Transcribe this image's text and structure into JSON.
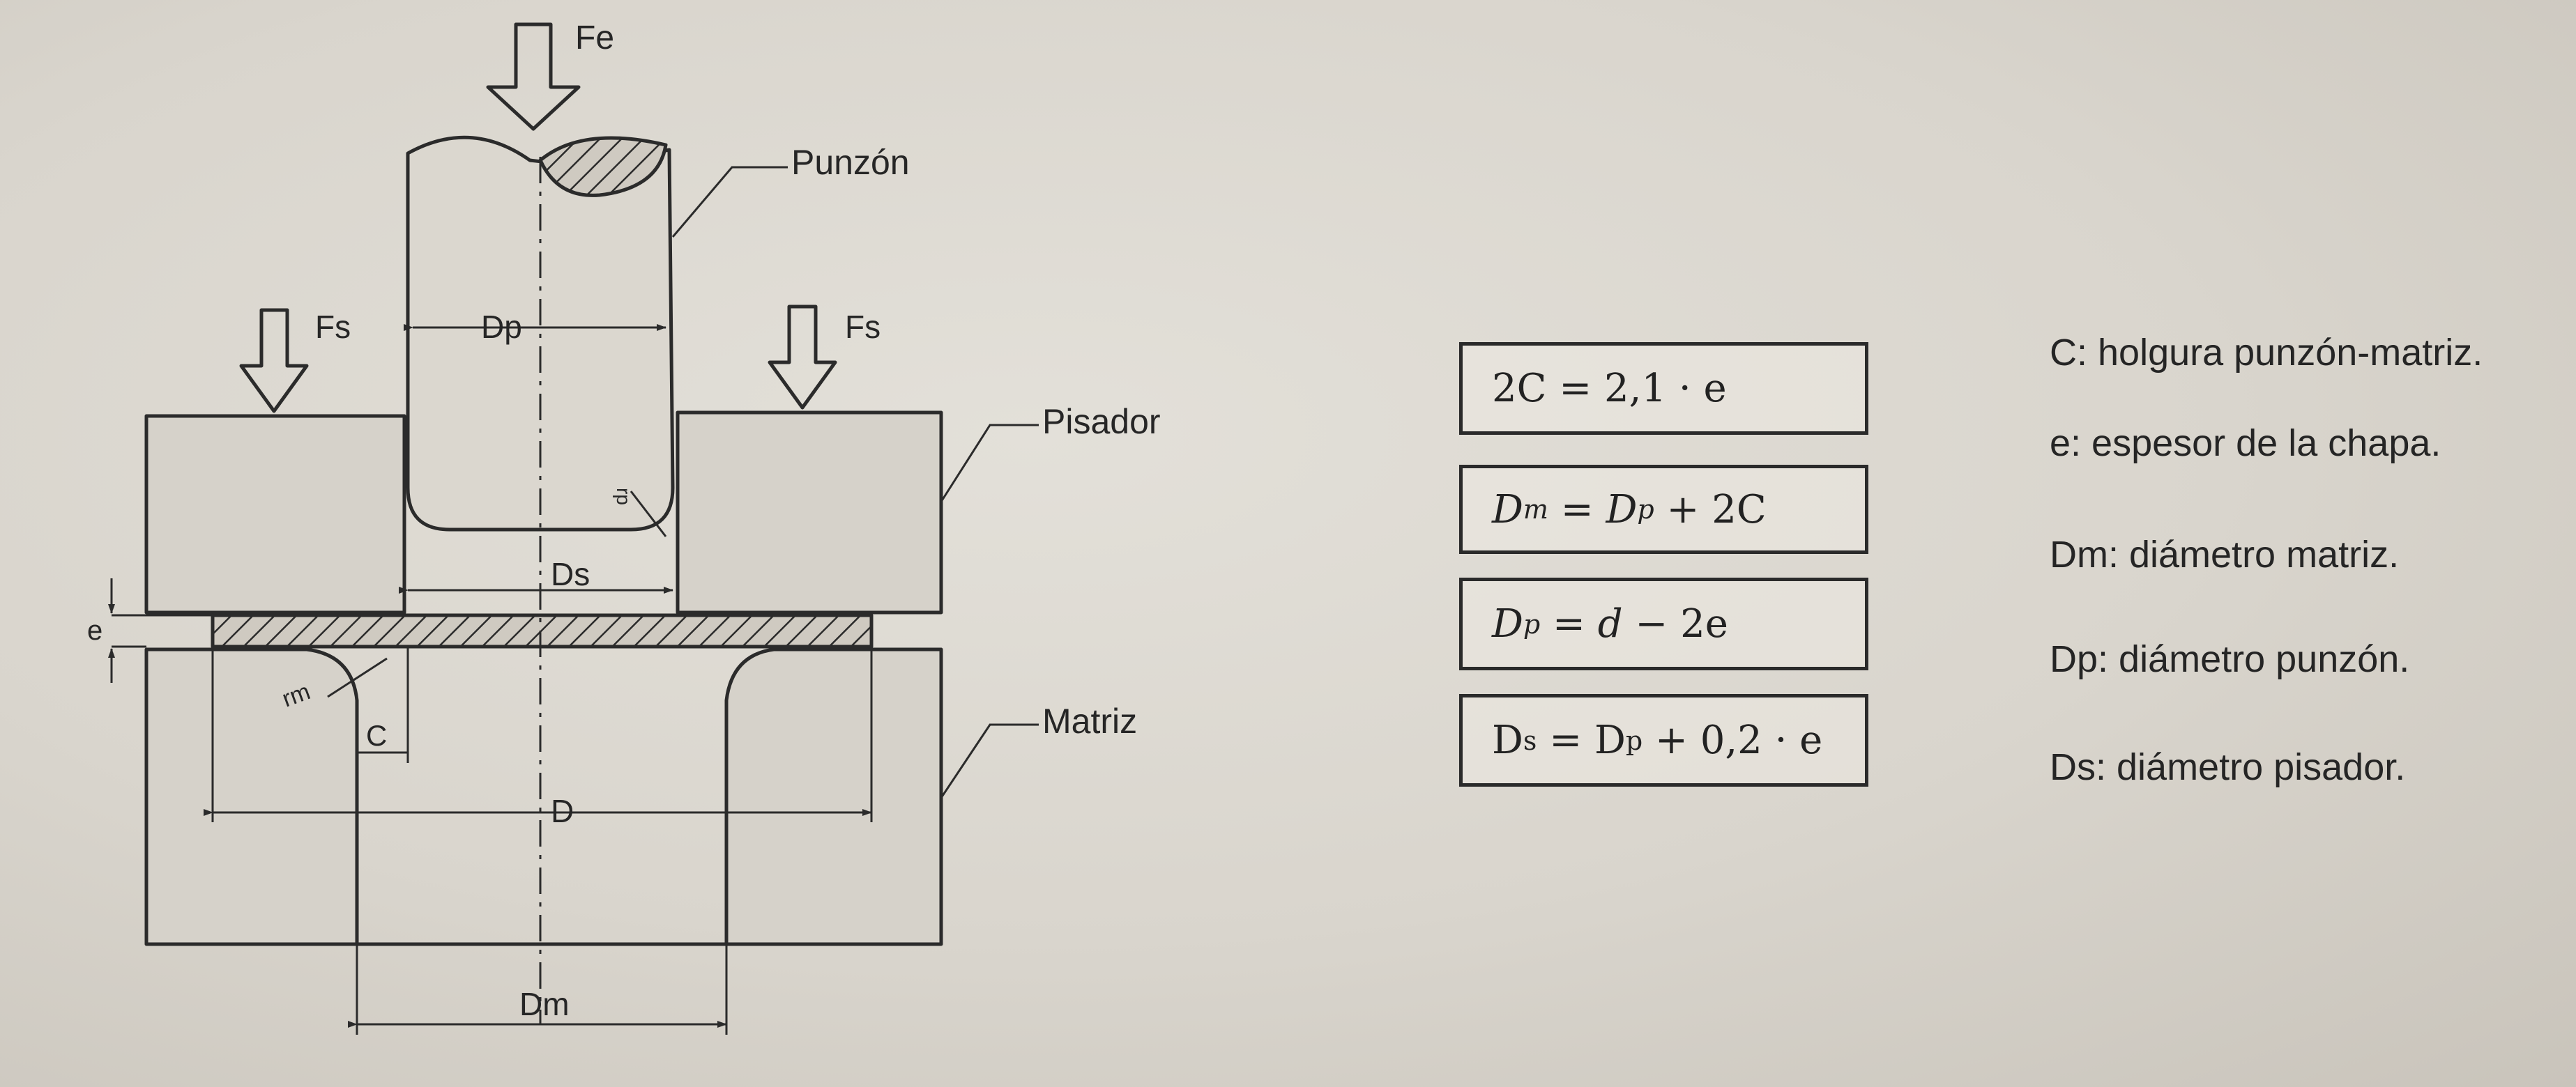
{
  "diagram": {
    "labels": {
      "fe": "Fe",
      "punzon": "Punzón",
      "fs_left": "Fs",
      "fs_right": "Fs",
      "dp": "Dp",
      "pisador": "Pisador",
      "ds": "Ds",
      "e": "e",
      "rm": "rm",
      "rp": "rp",
      "c": "C",
      "matriz": "Matriz",
      "d": "D",
      "dm": "Dm"
    }
  },
  "formulas": [
    {
      "lhs": "2C",
      "op": " = ",
      "rhs": "2,1 · e"
    },
    {
      "lhs_var": "D",
      "lhs_sub": "m",
      "op": " = ",
      "rhs_var": "D",
      "rhs_sub": "p",
      "rhs_rest": " + 2C"
    },
    {
      "lhs_var": "D",
      "lhs_sub": "p",
      "op": " = ",
      "rhs_var": "d",
      "rhs_rest": " − 2e"
    },
    {
      "lhs_var": "D",
      "lhs_sub": "s",
      "op": " = ",
      "rhs_var": "D",
      "rhs_sub": "p",
      "rhs_rest": " + 0,2 · e"
    }
  ],
  "legend": [
    "C: holgura punzón-matriz.",
    "e: espesor de la chapa.",
    "Dm: diámetro matriz.",
    "Dp: diámetro punzón.",
    "Ds: diámetro pisador."
  ]
}
